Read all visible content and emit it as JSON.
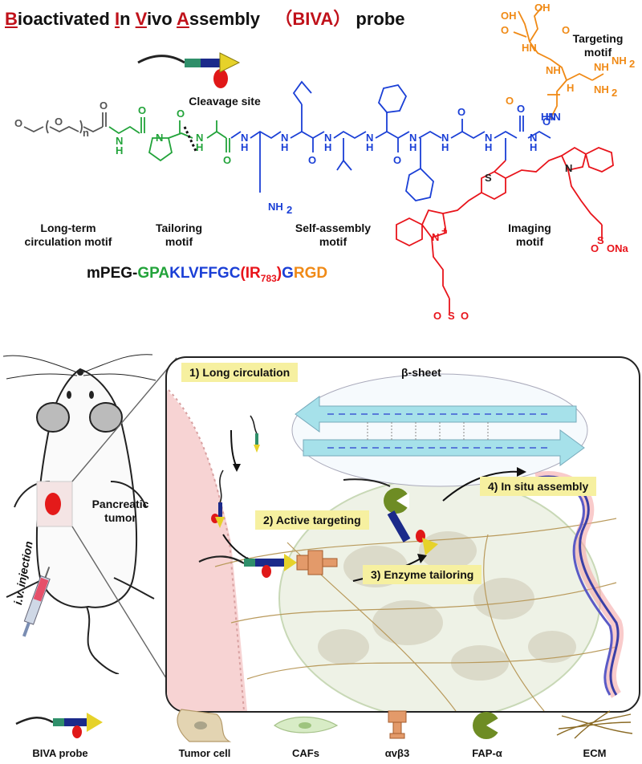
{
  "title": {
    "letters": [
      "B",
      "I",
      "V",
      "A"
    ],
    "words": [
      "ioactivated",
      "n",
      "ivo",
      "ssembly"
    ],
    "abbr_open": "（",
    "abbr": "BIVA",
    "abbr_close": "）",
    "suffix": "probe"
  },
  "motifs": {
    "cleavage": "Cleavage site",
    "targeting": "Targeting\nmotif",
    "long_term": "Long-term\ncirculation motif",
    "tailoring": "Tailoring\nmotif",
    "self_assembly": "Self-assembly\nmotif",
    "imaging": "Imaging\nmotif"
  },
  "formula": {
    "mpeg": "mPEG-",
    "gpa": "GPA",
    "klvffgc": "KLVFFGC",
    "ir_open": "(IR",
    "ir_sub": "783",
    "ir_close": ")",
    "g": "G",
    "rgd": "RGD"
  },
  "chem_labels": {
    "oh": "OH",
    "o": "O",
    "nh": "NH",
    "hn": "HN",
    "h": "H",
    "n": "N",
    "nh2": "NH",
    "two": "2",
    "s": "S",
    "nplus": "N",
    "plus": "+",
    "ona": "ONa",
    "so": "S",
    "minus": "−",
    "n_sub": "n"
  },
  "steps": {
    "s1": "1) Long circulation",
    "s2": "2) Active targeting",
    "s3": "3) Enzyme tailoring",
    "s4": "4) In situ assembly",
    "beta": "β-sheet"
  },
  "mouse": {
    "tumor": "Pancreatic\ntumor",
    "injection": "i.v. injection"
  },
  "legend": [
    "BIVA probe",
    "Tumor cell",
    "CAFs",
    "αvβ3",
    "FAP-α",
    "ECM"
  ],
  "colors": {
    "peg": "#555555",
    "tailoring": "#22a33a",
    "assembly": "#1a3fd6",
    "imaging": "#e8141b",
    "targeting": "#f08a16",
    "highlight": "#f6f0a0",
    "title_red": "#c0111a"
  }
}
